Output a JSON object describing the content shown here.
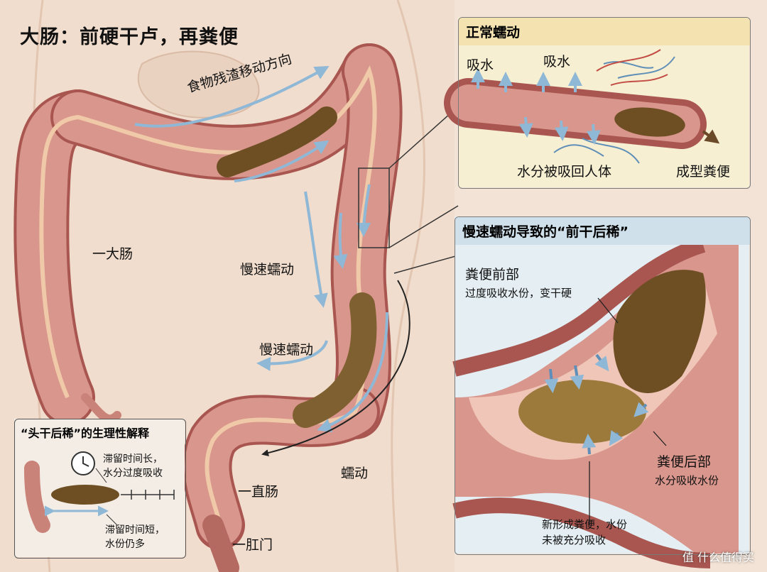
{
  "title": "大肠：前硬干卢，再粪便",
  "main_labels": {
    "food_direction": "食物残渣移动方向",
    "large_intestine": "一大肠",
    "slow_peristalsis_1": "慢速蠕动",
    "slow_peristalsis_2": "慢速蠕动",
    "peristalsis": "蠕动",
    "rectum": "一直肠",
    "anus": "一肛门"
  },
  "panel_normal": {
    "heading": "正常蠕动",
    "absorb_1": "吸水",
    "absorb_2": "吸水",
    "water_back": "水分被吸回人体",
    "formed_stool": "成型粪便"
  },
  "panel_slow": {
    "heading": "慢速蠕动导致的“前干后稀”",
    "front_title": "粪便前部",
    "front_desc": "过度吸收水份，变干硬",
    "rear_title": "粪便后部",
    "rear_desc": "水分吸收水份",
    "new_desc_1": "新形成粪便，水份",
    "new_desc_2": "未被充分吸收"
  },
  "panel_explain": {
    "heading": "“头干后稀”的生理性解释",
    "long_1": "滞留时间长，",
    "long_2": "水分过度吸收",
    "short_1": "滞留时间短，",
    "short_2": "水份仍多"
  },
  "watermark": "值 什么值得买",
  "colors": {
    "background": "#f3e3d6",
    "intestine": "#d9968c",
    "intestine_dark": "#a8564f",
    "stool": "#7a5a2a",
    "arrow": "#8fb8d6",
    "panel_normal_bg": "#f7efd2",
    "panel_slow_bg": "#e4eef3"
  }
}
